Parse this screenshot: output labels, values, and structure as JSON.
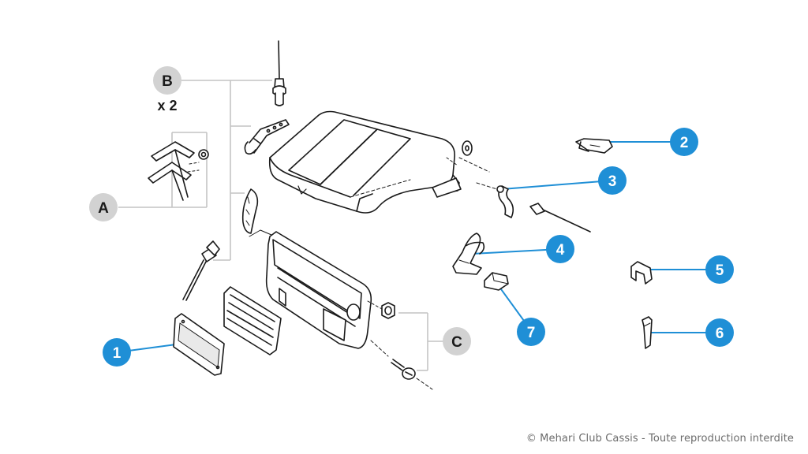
{
  "callouts": {
    "A": {
      "label": "A",
      "style": "grey"
    },
    "B": {
      "label": "B",
      "style": "grey",
      "multiplier": "x 2"
    },
    "C": {
      "label": "C",
      "style": "grey"
    },
    "n1": {
      "label": "1",
      "style": "blue"
    },
    "n2": {
      "label": "2",
      "style": "blue"
    },
    "n3": {
      "label": "3",
      "style": "blue"
    },
    "n4": {
      "label": "4",
      "style": "blue"
    },
    "n5": {
      "label": "5",
      "style": "blue"
    },
    "n6": {
      "label": "6",
      "style": "blue"
    },
    "n7": {
      "label": "7",
      "style": "blue"
    }
  },
  "colors": {
    "blue_marker": "#1f8fd6",
    "grey_marker": "#d2d2d2",
    "grey_line": "#bdbdbd",
    "ink": "#1a1a1a"
  },
  "footer": {
    "copyright": "© Mehari Club Cassis  - Toute reproduction interdite"
  }
}
